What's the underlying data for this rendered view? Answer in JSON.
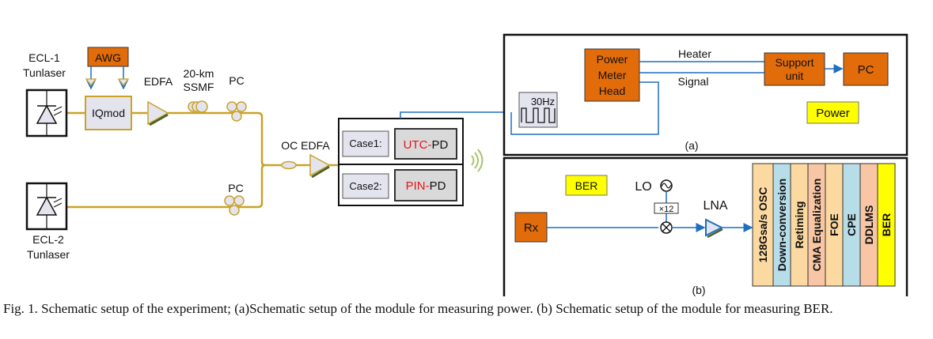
{
  "colors": {
    "fiber": "#c9a227",
    "electrical": "#1f6fc0",
    "orange_block": "#e36c0a",
    "yellow_label": "#ffff00",
    "highlight_red": "#e8141c",
    "block_gray": "#d9d9d9",
    "block_lavender": "#e6e6f0"
  },
  "transmitter": {
    "ecl1": {
      "line1": "ECL-1",
      "line2": "Tunlaser"
    },
    "ecl2": {
      "line1": "ECL-2",
      "line2": "Tunlaser"
    },
    "awg": "AWG",
    "iqmod": "IQmod",
    "edfa": "EDFA",
    "fiber_line1": "20-km",
    "fiber_line2": "SSMF",
    "pc_top": "PC",
    "pc_bottom": "PC",
    "oc_edfa": "OC EDFA"
  },
  "receiver_cases": [
    {
      "case": "Case1:",
      "pd_red": "UTC-",
      "pd_black": "PD"
    },
    {
      "case": "Case2:",
      "pd_red": "PIN-",
      "pd_black": "PD"
    }
  ],
  "module_a": {
    "square_wave": "30Hz",
    "power_meter": [
      "Power",
      "Meter",
      "Head"
    ],
    "heater": "Heater",
    "signal": "Signal",
    "support_unit": [
      "Support",
      "unit"
    ],
    "pc": "PC",
    "power_tag": "Power",
    "panel_label": "(a)"
  },
  "module_b": {
    "ber_tag": "BER",
    "lo": "LO",
    "multiplier": "×12",
    "lna": "LNA",
    "rx": "Rx",
    "panel_label": "(b)",
    "dsp_stages": [
      {
        "label": "128Gsa/s OSC",
        "color": "#fcd9a0"
      },
      {
        "label": "Down-conversion",
        "color": "#b7dde8"
      },
      {
        "label": "Retiming",
        "color": "#fcd9a0"
      },
      {
        "label": "CMA Equalization",
        "color": "#f8c6a4"
      },
      {
        "label": "FOE",
        "color": "#fcd9a0"
      },
      {
        "label": "CPE",
        "color": "#b7dde8"
      },
      {
        "label": "DDLMS",
        "color": "#f8c6a4"
      },
      {
        "label": "BER",
        "color": "#ffff00"
      }
    ]
  },
  "caption": "Fig. 1. Schematic setup of the experiment; (a)Schematic setup of the module for measuring power. (b) Schematic setup of the module for measuring BER."
}
